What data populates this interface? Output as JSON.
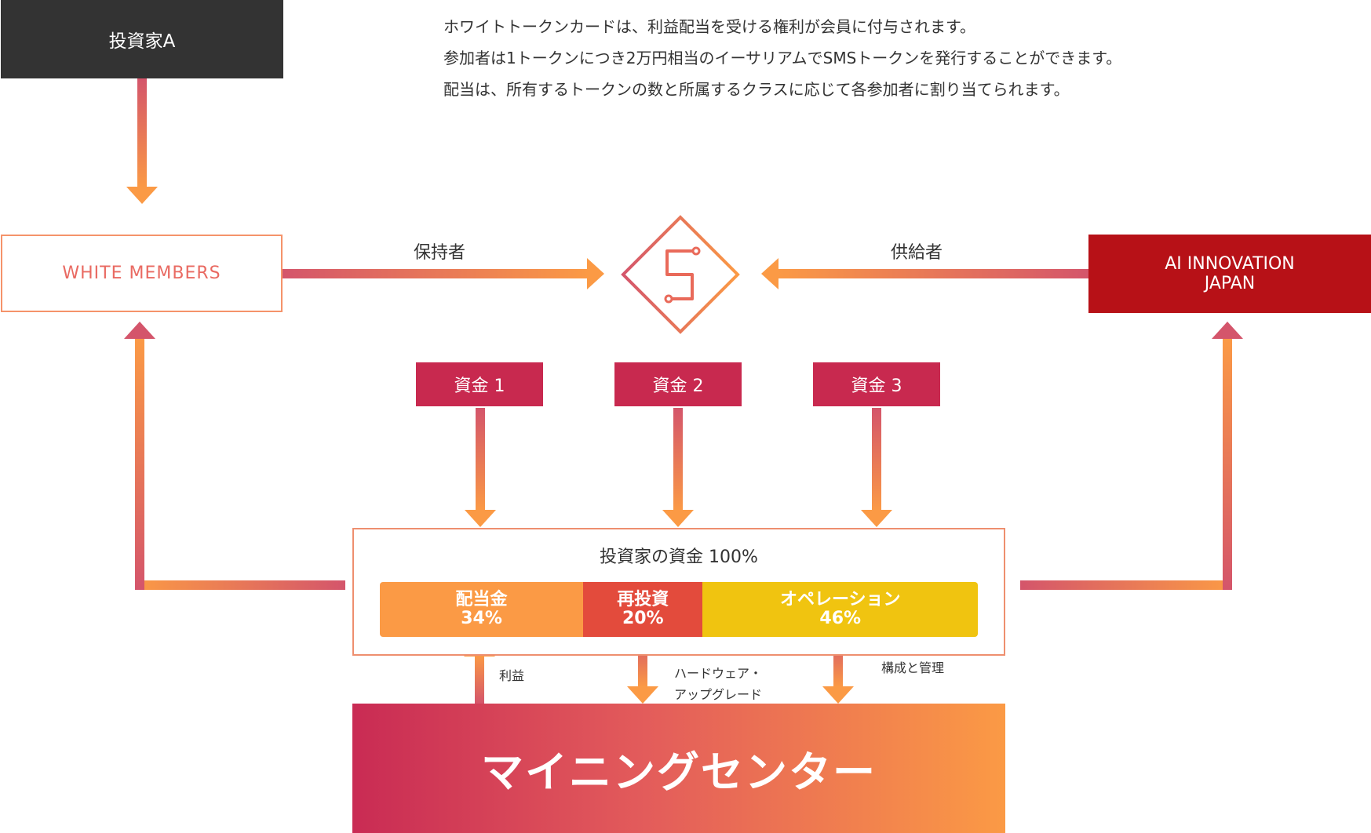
{
  "description": [
    "ホワイトトークンカードは、利益配当を受ける権利が会員に付与されます。",
    "参加者は1トークンにつき2万円相当のイーサリアムでSMSトークンを発行することができます。",
    "配当は、所有するトークンの数と所属するクラスに応じて各参加者に割り当てられます。"
  ],
  "investor_label": "投資家A",
  "white_members_label": "WHITE MEMBERS",
  "ai_innovation_lines": [
    "AI INNOVATION",
    "JAPAN"
  ],
  "holder_label": "保持者",
  "supplier_label": "供給者",
  "funds": [
    "資金 1",
    "資金 2",
    "資金 3"
  ],
  "pool_title": "投資家の資金 100%",
  "allocation": [
    {
      "name": "配当金",
      "percent_label": "34%",
      "percent": 34,
      "color": "#fb9a45"
    },
    {
      "name": "再投資",
      "percent_label": "20%",
      "percent": 20,
      "color": "#e34b3c"
    },
    {
      "name": "オペレーション",
      "percent_label": "46%",
      "percent": 46,
      "color": "#f0c410"
    }
  ],
  "flow_labels": {
    "profit": "利益",
    "hardware_lines": [
      "ハードウェア・",
      "アップグレード"
    ],
    "management": "構成と管理"
  },
  "mining_center_label": "マイニングセンター",
  "colors": {
    "arrow_start": "#d4556b",
    "arrow_end": "#fb9a45",
    "investor_box": "#333333",
    "ai_box": "#b71117",
    "fund_box": "#c8294f"
  },
  "icons": [
    "sms-token-logo-icon"
  ]
}
